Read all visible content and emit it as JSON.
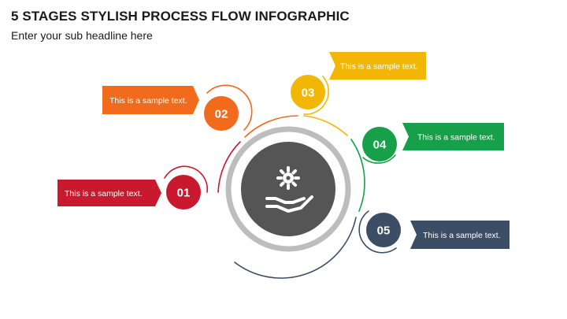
{
  "header": {
    "title": "5 STAGES STYLISH PROCESS FLOW INFOGRAPHIC",
    "subtitle": "Enter your sub headline here"
  },
  "center": {
    "icon": "hand-gear-icon",
    "colors": {
      "ring": "#bdbdbd",
      "disc": "#555555",
      "icon": "#ffffff"
    }
  },
  "stages": [
    {
      "number": "01",
      "text": "This is a sample text.",
      "color": "#c8192e"
    },
    {
      "number": "02",
      "text": "This is a sample text.",
      "color": "#f26a1b"
    },
    {
      "number": "03",
      "text": "This is a sample text.",
      "color": "#f2b705"
    },
    {
      "number": "04",
      "text": "This is a sample text.",
      "color": "#17a04a"
    },
    {
      "number": "05",
      "text": "This is a sample text.",
      "color": "#3c4d66"
    }
  ]
}
